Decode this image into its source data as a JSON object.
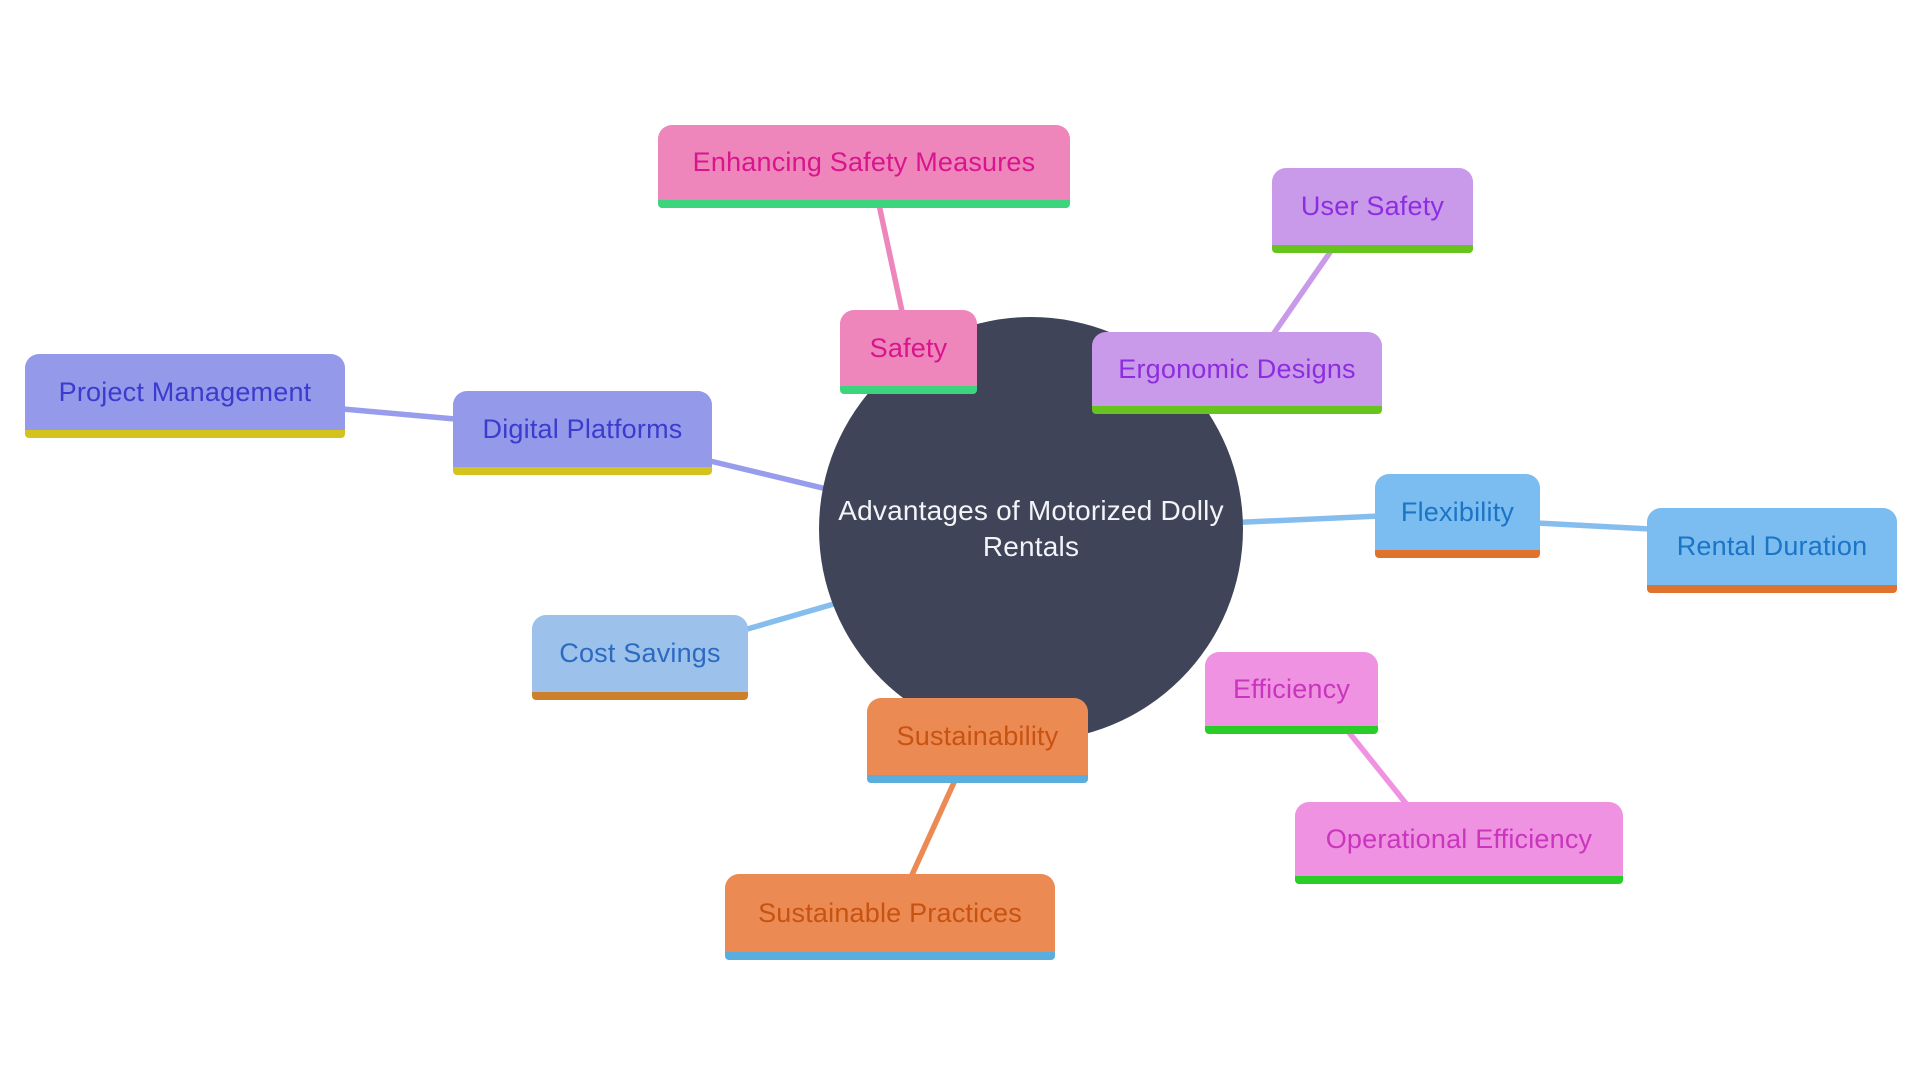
{
  "diagram": {
    "center": {
      "label": "Advantages of Motorized Dolly Rentals",
      "label_lines": [
        "Advantages of Motorized Dolly",
        "Rentals"
      ],
      "bg": "#3f4459",
      "text_color": "#f2f4f8"
    },
    "nodes": [
      {
        "id": "enhancing-safety-measures",
        "label": "Enhancing Safety Measures",
        "group": "pink",
        "bg": "#ee86bc",
        "text_color": "#d9148c",
        "underline_color": "#3dd47e"
      },
      {
        "id": "safety",
        "label": "Safety",
        "group": "pink",
        "bg": "#ee86bc",
        "text_color": "#d9148c",
        "underline_color": "#3dd47e"
      },
      {
        "id": "user-safety",
        "label": "User Safety",
        "group": "purple",
        "bg": "#c99ae9",
        "text_color": "#8e2ce2",
        "underline_color": "#67c31d"
      },
      {
        "id": "ergonomic-designs",
        "label": "Ergonomic Designs",
        "group": "purple",
        "bg": "#c99ae9",
        "text_color": "#8e2ce2",
        "underline_color": "#67c31d"
      },
      {
        "id": "project-management",
        "label": "Project Management",
        "group": "periwinkle",
        "bg": "#9599ea",
        "text_color": "#3b3bce",
        "underline_color": "#d3c31c"
      },
      {
        "id": "digital-platforms",
        "label": "Digital Platforms",
        "group": "periwinkle",
        "bg": "#9599ea",
        "text_color": "#3b3bce",
        "underline_color": "#d3c31c"
      },
      {
        "id": "flexibility",
        "label": "Flexibility",
        "group": "skyblue",
        "bg": "#7bbdf0",
        "text_color": "#1b74c5",
        "underline_color": "#df722c"
      },
      {
        "id": "rental-duration",
        "label": "Rental Duration",
        "group": "skyblue",
        "bg": "#7bbdf0",
        "text_color": "#1b74c5",
        "underline_color": "#df722c"
      },
      {
        "id": "cost-savings",
        "label": "Cost Savings",
        "group": "paleblue",
        "bg": "#9cc2ec",
        "text_color": "#2c6ac2",
        "underline_color": "#cd802c"
      },
      {
        "id": "efficiency",
        "label": "Efficiency",
        "group": "orchid",
        "bg": "#f092e2",
        "text_color": "#c935bd",
        "underline_color": "#28cd28"
      },
      {
        "id": "operational-efficiency",
        "label": "Operational Efficiency",
        "group": "orchid",
        "bg": "#f092e2",
        "text_color": "#c935bd",
        "underline_color": "#28cd28"
      },
      {
        "id": "sustainability",
        "label": "Sustainability",
        "group": "orange",
        "bg": "#ec8a54",
        "text_color": "#c85311",
        "underline_color": "#5aaede"
      },
      {
        "id": "sustainable-practices",
        "label": "Sustainable Practices",
        "group": "orange",
        "bg": "#ec8a54",
        "text_color": "#c85311",
        "underline_color": "#5aaede"
      }
    ],
    "connections": [
      {
        "from": "Enhancing Safety Measures",
        "to": "Safety",
        "color": "#ee86bc"
      },
      {
        "from": "User Safety",
        "to": "Ergonomic Designs",
        "color": "#c99ae9"
      },
      {
        "from": "Project Management",
        "to": "Digital Platforms",
        "color": "#989cec"
      },
      {
        "from": "Digital Platforms",
        "to": "Center",
        "color": "#989cec"
      },
      {
        "from": "Center",
        "to": "Flexibility",
        "color": "#85beee"
      },
      {
        "from": "Flexibility",
        "to": "Rental Duration",
        "color": "#85beee"
      },
      {
        "from": "Center",
        "to": "Cost Savings",
        "color": "#85beee"
      },
      {
        "from": "Efficiency",
        "to": "Operational Efficiency",
        "color": "#f092e2"
      },
      {
        "from": "Sustainability",
        "to": "Sustainable Practices",
        "color": "#ec8a54"
      }
    ]
  }
}
